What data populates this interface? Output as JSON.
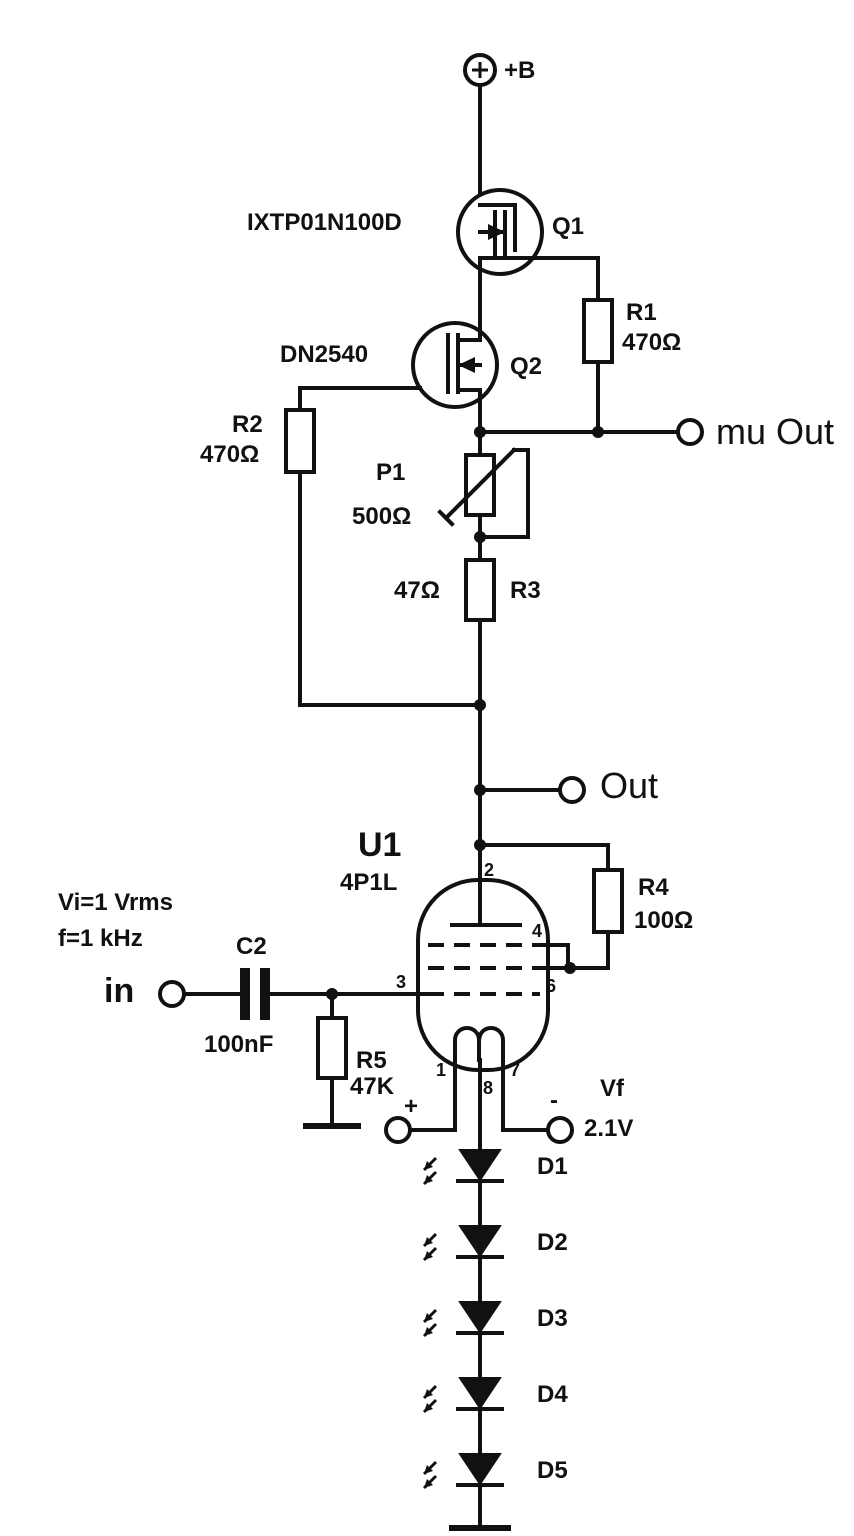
{
  "supply": {
    "label": "+B"
  },
  "q1": {
    "ref": "Q1",
    "part": "IXTP01N100D"
  },
  "q2": {
    "ref": "Q2",
    "part": "DN2540"
  },
  "r1": {
    "ref": "R1",
    "value": "470Ω"
  },
  "r2": {
    "ref": "R2",
    "value": "470Ω"
  },
  "p1": {
    "ref": "P1",
    "value": "500Ω"
  },
  "r3": {
    "ref": "R3",
    "value": "47Ω"
  },
  "r4": {
    "ref": "R4",
    "value": "100Ω"
  },
  "r5": {
    "ref": "R5",
    "value": "47K"
  },
  "c2": {
    "ref": "C2",
    "value": "100nF"
  },
  "u1": {
    "ref": "U1",
    "part": "4P1L",
    "pins": {
      "p1": "1",
      "p2": "2",
      "p3": "3",
      "p4": "4",
      "p6": "6",
      "p7": "7",
      "p8": "8"
    }
  },
  "outputs": {
    "mu_out": "mu Out",
    "out": "Out",
    "in": "in"
  },
  "source": {
    "line1": "Vi=1 Vrms",
    "line2": "f=1 kHz"
  },
  "filament": {
    "label": "Vf",
    "voltage": "2.1V",
    "plus": "+",
    "minus": "-"
  },
  "diodes": [
    "D1",
    "D2",
    "D3",
    "D4",
    "D5"
  ]
}
